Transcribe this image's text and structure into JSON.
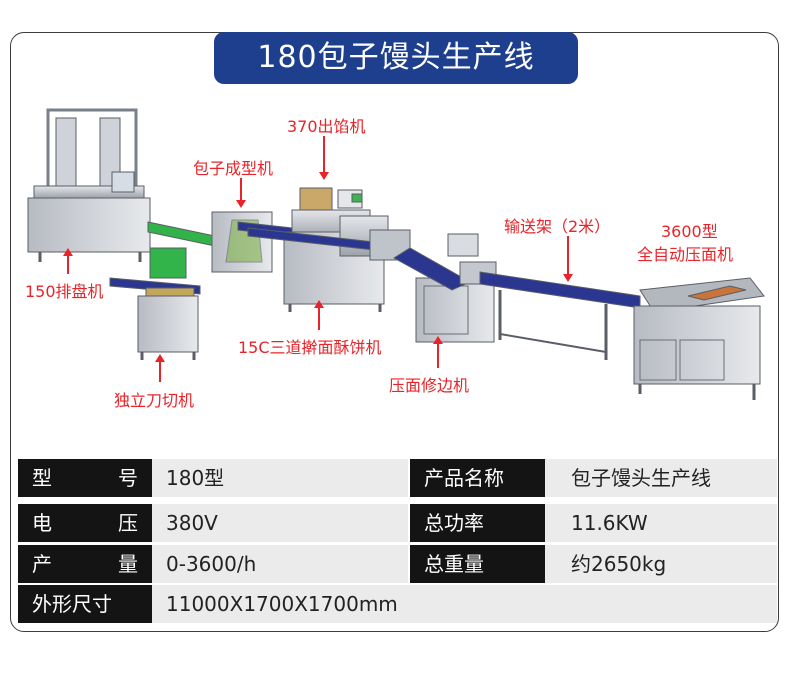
{
  "title": "180包子馒头生产线",
  "labels": {
    "m370": "370出馅机",
    "forming": "包子成型机",
    "conveyor": "输送架（2米）",
    "press_model": "3600型",
    "press_name": "全自动压面机",
    "tray": "150排盘机",
    "cutter": "独立刀切机",
    "sheeter": "15C三道擀面酥饼机",
    "trim": "压面修边机"
  },
  "specs": {
    "model_k1": "型",
    "model_k2": "号",
    "model_v": "180型",
    "product_k": "产品名称",
    "product_v": "包子馒头生产线",
    "volt_k1": "电",
    "volt_k2": "压",
    "volt_v": "380V",
    "power_k": "总功率",
    "power_v": "11.6KW",
    "output_k1": "产",
    "output_k2": "量",
    "output_v": "0-3600/h",
    "weight_k": "总重量",
    "weight_v": "约2650kg",
    "size_k": "外形尺寸",
    "size_v": "11000X1700X1700mm"
  }
}
